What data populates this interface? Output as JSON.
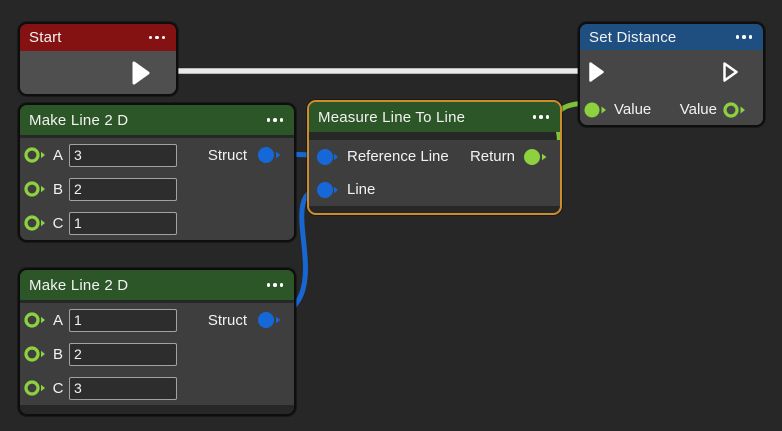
{
  "colors": {
    "canvas_bg": "#272727",
    "exec_wire": "#e9e9e9",
    "blue_wire": "#1866d0",
    "green_wire": "#7fc13a",
    "pin_green": "#8dd13f",
    "pin_blue": "#1668d8",
    "header_red": "#841212",
    "header_blue": "#1e4f80",
    "header_green": "#2d5628",
    "selection_border": "#cf8c2a"
  },
  "nodes": {
    "start": {
      "title": "Start"
    },
    "set_distance": {
      "title": "Set Distance",
      "input_label": "Value",
      "output_label": "Value"
    },
    "make_line_top": {
      "title": "Make Line 2 D",
      "output_label": "Struct",
      "fields": [
        {
          "label": "A",
          "value": "3"
        },
        {
          "label": "B",
          "value": "2"
        },
        {
          "label": "C",
          "value": "1"
        }
      ]
    },
    "measure": {
      "title": "Measure Line To Line",
      "selected": true,
      "input1": "Reference Line",
      "input2": "Line",
      "output_label": "Return"
    },
    "make_line_bottom": {
      "title": "Make Line 2 D",
      "output_label": "Struct",
      "fields": [
        {
          "label": "A",
          "value": "1"
        },
        {
          "label": "B",
          "value": "2"
        },
        {
          "label": "C",
          "value": "3"
        }
      ]
    }
  }
}
